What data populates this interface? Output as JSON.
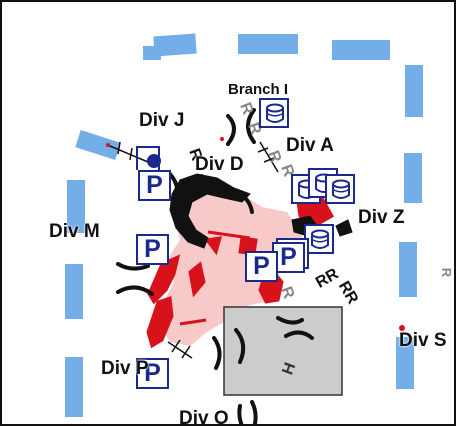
{
  "map": {
    "labels": {
      "branch_i": "Branch I",
      "div_j": "Div J",
      "div_a": "Div A",
      "div_d": "Div D",
      "div_m": "Div M",
      "div_z": "Div Z",
      "div_s": "Div S",
      "div_p": "Div P",
      "div_o": "Div O"
    },
    "symbols": {
      "parking": "P",
      "rail_marker": "R",
      "road_marker": "RR",
      "gray_letter_1": "R",
      "gray_letter_2": "H"
    },
    "colors": {
      "boundary_dashes": "#74aee8",
      "fire_perimeter_fill": "#f7c9c9",
      "fire_heat_red": "#d8121a",
      "burned_black": "#111111",
      "closure_box": "#cccccc",
      "icon_stroke": "#1a2a8c"
    },
    "icons": [
      "parking-icon",
      "database-icon",
      "dot-icon"
    ]
  }
}
